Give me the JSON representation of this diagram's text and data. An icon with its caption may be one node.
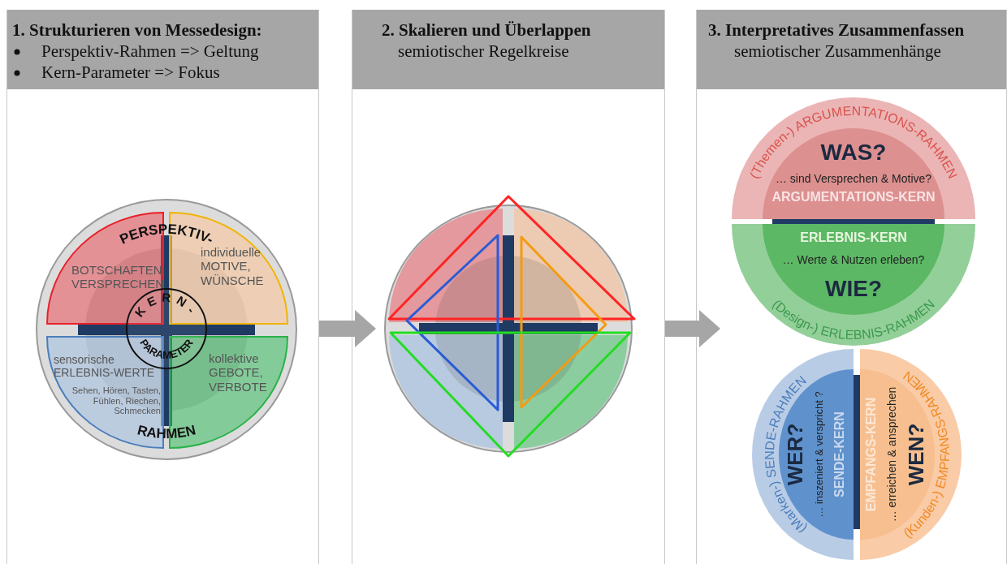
{
  "diagram": {
    "nodes": [
      {
        "text": [
          "1. Strukturieren von Messedesign:",
          "Perspektiv-Rahmen => Geltung",
          "Kern-Parameter => Fokus"
        ]
      },
      {
        "text": [
          "BOTSCHAFTEN VERSPRECHEN"
        ],
        "in": 0
      },
      {
        "text": [
          "individuelle MOTIVE, WÜNSCHE"
        ],
        "in": 0
      },
      {
        "text": [
          "sensorische ERLEBNIS-WERTE",
          "Sehen, Hören, Tasten, Fühlen, Riechen, Schmecken"
        ],
        "in": 0
      },
      {
        "text": [
          "kollektive GEBOTE, VERBOTE"
        ],
        "in": 0
      },
      {
        "text": [
          "KERN-",
          "PARAMETER"
        ],
        "in": 0
      },
      {
        "text": [
          "2. Skalieren und Überlappen",
          "semiotischer Regelkreise"
        ]
      },
      {
        "text": [
          "3. Interpretatives Zusammenfassen",
          "semiotischer Zusammenhänge"
        ]
      },
      {
        "text": [
          "(Themen-) ARGUMENTATIONS-RAHMEN",
          "WAS?",
          "… sind Versprechen & Motive?",
          "ARGUMENTATIONS-KERN"
        ],
        "in": 7
      },
      {
        "text": [
          "(Design-) ERLEBNIS-RAHMEN",
          "ERLEBNIS-KERN",
          "… Werte & Nutzen erleben?",
          "WIE?"
        ],
        "in": 7
      },
      {
        "text": [
          "(Marken-) SENDE-RAHMEN",
          "WER?",
          "… inszeniert & verspricht ?",
          "SENDE-KERN"
        ],
        "in": 7
      },
      {
        "text": [
          "(Kunden-) EMPFANGS-RAHMEN",
          "EMPFANGS-KERN",
          "… erreichen & ansprechen",
          "WEN?"
        ],
        "in": 7
      }
    ],
    "edges": [
      {
        "from": 0,
        "to": 6,
        "arrow": "to"
      },
      {
        "from": 6,
        "to": 7,
        "arrow": "to"
      }
    ],
    "labels": [
      "PERSPEKTIV-",
      "RAHMEN"
    ]
  }
}
